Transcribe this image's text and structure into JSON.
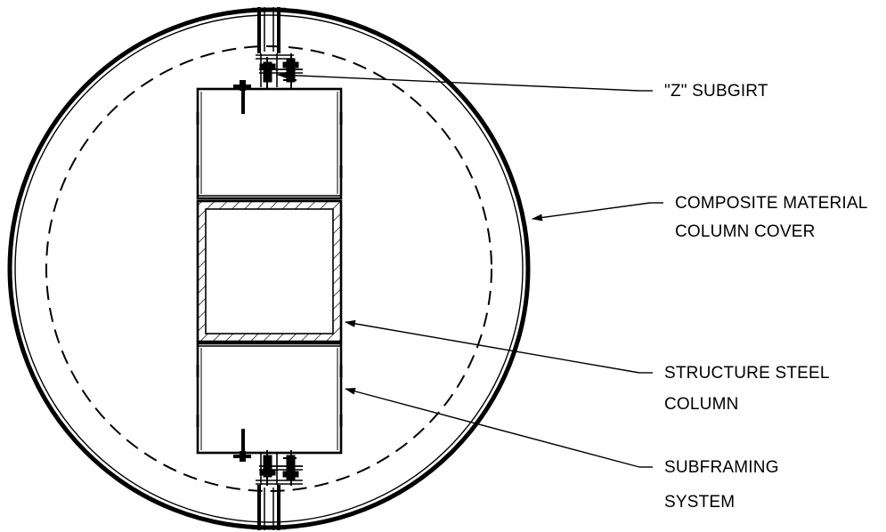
{
  "labels": {
    "z_subgirt": "\"Z\" SUBGIRT",
    "cover_line1": "COMPOSITE MATERIAL",
    "cover_line2": "COLUMN COVER",
    "steel_line1": "STRUCTURE STEEL",
    "steel_line2": "COLUMN",
    "subframing_line1": "SUBFRAMING",
    "subframing_line2": "SYSTEM"
  },
  "colors": {
    "line": "#000000",
    "background": "#ffffff"
  }
}
